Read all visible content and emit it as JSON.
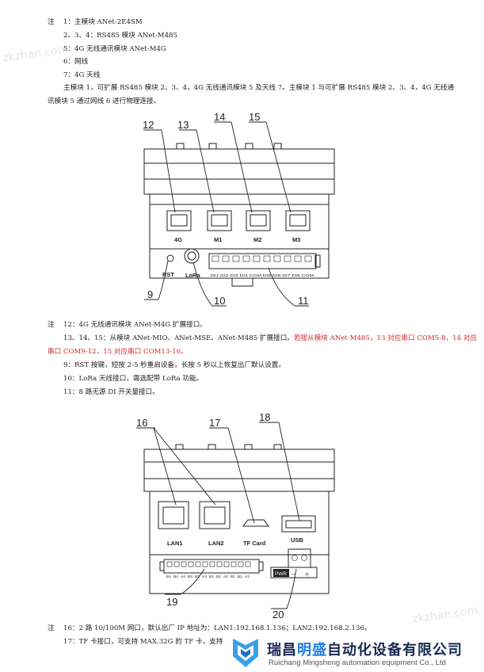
{
  "watermark": "zkzhan.com",
  "notes_top": [
    {
      "label": "注",
      "text": "1：主模块 ANet-2E4SM"
    },
    {
      "text": "2、3、4：RS485 模块 ANet-M485"
    },
    {
      "text": "5：4G 无线通讯模块 ANet-M4G"
    },
    {
      "text": "6：网线"
    },
    {
      "text": "7：4G 天线"
    }
  ],
  "para_top": {
    "line1": "主模块 1，可扩展 RS485 模块 2、3、4，4G 无线通讯模块 5 及天线 7。主模块 1 与可扩展 RS485 模块 2、3、4，4G 无线通",
    "line2": "讯模块 5 通过网线 6 进行物理连接。"
  },
  "fig1": {
    "callouts": [
      "12",
      "13",
      "14",
      "15",
      "9",
      "10",
      "11"
    ],
    "ports": [
      "4G",
      "M1",
      "M2",
      "M3"
    ],
    "rst": "RST",
    "lora": "LoRa",
    "di_labels": "DI1 DI2 DI3 DI4 COM DI5 DI6 DI7 DI8 COM"
  },
  "notes_mid": [
    {
      "label": "注",
      "text": "12：4G 无线通讯模块 ANet-M4G 扩展接口。"
    },
    {
      "text_black": "13、14、15：从模块 ANet-MIO、ANet-MSE、ANet-M485 扩展接口。",
      "text_red": "若接从模块 ANet-M485，13 对应串口 COM5-8，14 对应"
    },
    {
      "text_red": "串口 COM9-12，15 对应串口 COM13-16。"
    },
    {
      "text": "9：RST 按键，短按 2-5 秒重启设备，长按 5 秒以上恢复出厂默认设置。"
    },
    {
      "text": "10：LoRa 天线接口，需选配带 LoRa 功能。"
    },
    {
      "text": "11：8 路无源 DI 开关量接口。"
    }
  ],
  "fig2": {
    "callouts": [
      "16",
      "17",
      "18",
      "19",
      "20"
    ],
    "lan1": "LAN1",
    "lan2": "LAN2",
    "tf": "TF Card",
    "usb": "USB",
    "pwr": "PWR",
    "minus": "－",
    "plus": "＋",
    "terminals": [
      "B4",
      "B4",
      "A4",
      "B3",
      "B3",
      "A3",
      "B2",
      "B2",
      "A2",
      "B1",
      "B1",
      "A1"
    ]
  },
  "notes_bottom": [
    {
      "label": "注",
      "text": "16：2 路 10/100M 网口，默认出厂 IP 地址为：LAN1:192.168.1.136；LAN2:192.168.2.136。"
    },
    {
      "text": "17：TF 卡接口，可支持 MAX.32G 的 TF 卡，支持"
    }
  ],
  "brand": {
    "cn_pre": "瑞昌",
    "cn_hl": "明盛",
    "cn_post": "自动化设备有限公司",
    "en": "Ruichang Mingsheng automation equipment Co., Ltd"
  }
}
